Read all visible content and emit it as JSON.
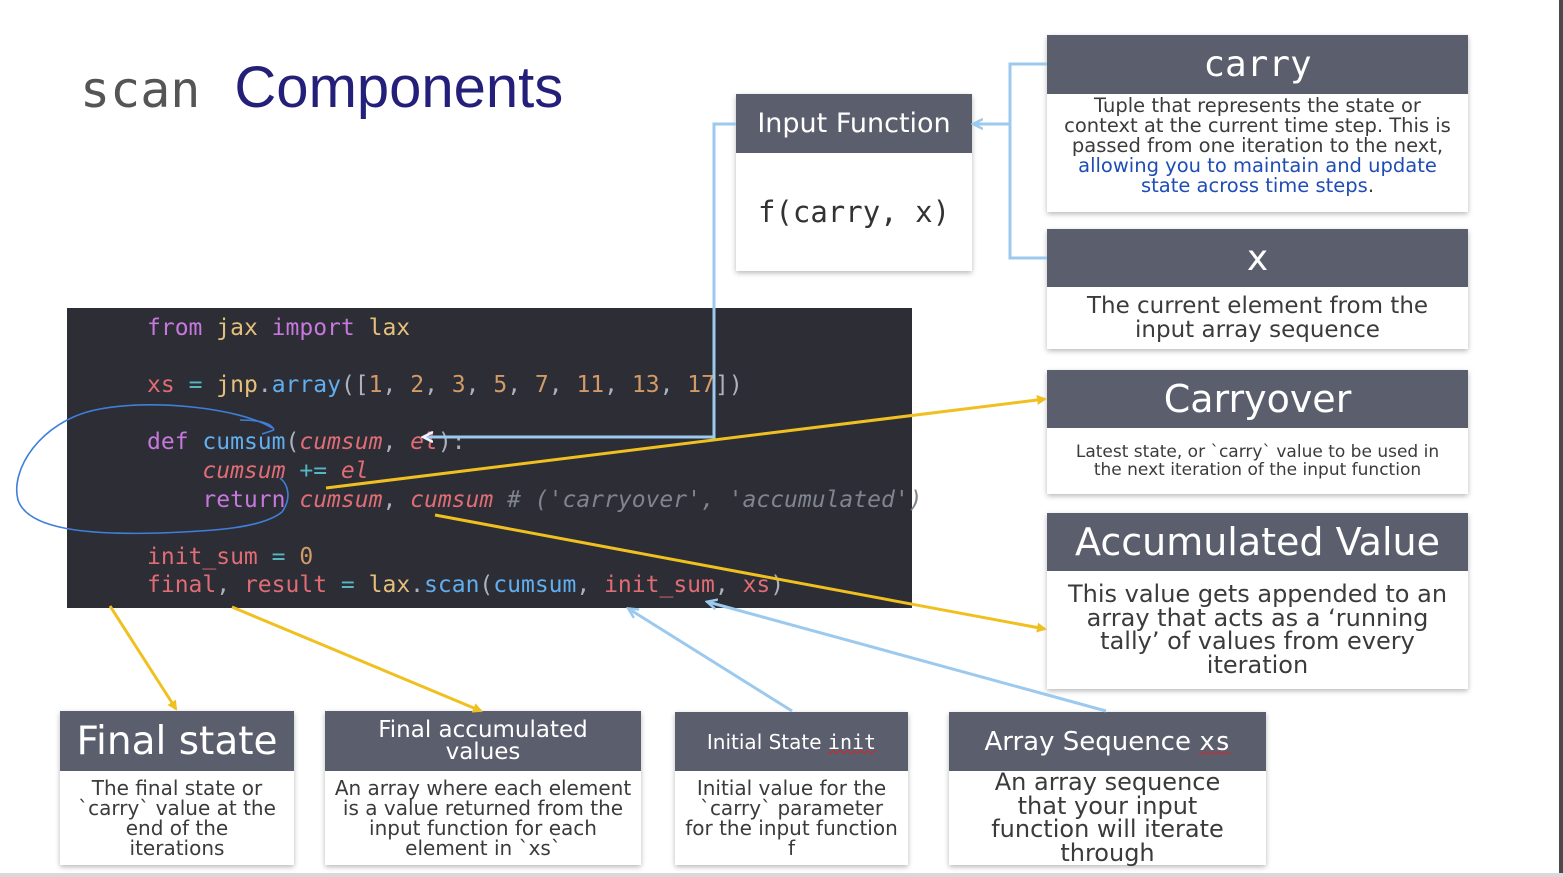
{
  "title": {
    "mono": "scan",
    "word": "Components"
  },
  "input_function": {
    "header": "Input Function",
    "body": "f(carry, x)"
  },
  "carry_card": {
    "header": "carry",
    "body_plain": "Tuple that represents the state or context at the current time step. This is passed from one iteration to the next, ",
    "body_highlight": "allowing you to maintain and update state across time steps",
    "body_end": "."
  },
  "x_card": {
    "header": "x",
    "body": "The current element from the input array sequence"
  },
  "carryover_card": {
    "header": "Carryover",
    "body": "Latest state, or `carry` value to be used in the next iteration of the input function"
  },
  "accumulated_card": {
    "header": "Accumulated Value",
    "body": "This value gets appended to an array that acts as a ‘running tally’ of values from every iteration"
  },
  "final_state_card": {
    "header": "Final state",
    "body": "The final state or `carry` value at the end of the iterations"
  },
  "final_acc_card": {
    "header": "Final accumulated values",
    "body": "An array where each element is a value returned from the input function for each element in `xs`"
  },
  "initial_state_card": {
    "header_text": "Initial State ",
    "header_code": "init",
    "body": "Initial value for the `carry` parameter for the input function f"
  },
  "array_seq_card": {
    "header_text": "Array Sequence ",
    "header_code": "xs",
    "body": "An array sequence that your input function will iterate through"
  },
  "code_lines": [
    "from jax import lax",
    "",
    "xs = jnp.array([1, 2, 3, 5, 7, 11, 13, 17])",
    "",
    "def cumsum(cumsum, el):",
    "    cumsum += el",
    "    return cumsum, cumsum # ('carryover', 'accumulated')",
    "",
    "init_sum = 0",
    "final, result = lax.scan(cumsum, init_sum, xs)"
  ],
  "colors": {
    "card_header": "#5b5e6d",
    "code_bg": "#2c2d35",
    "title_word": "#24207a",
    "arrow_yellow": "#f0c020",
    "arrow_blue": "#9cc9ee",
    "highlight_text": "#1f4db5"
  }
}
